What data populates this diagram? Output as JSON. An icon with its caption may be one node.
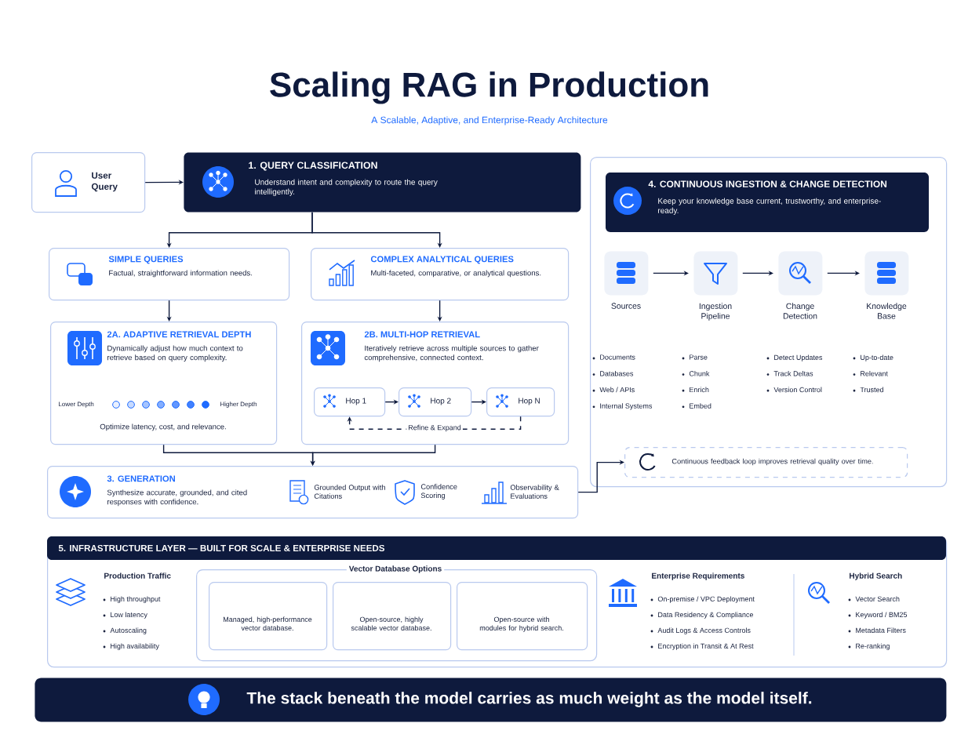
{
  "diagram": {
    "title": "Scaling RAG in Production",
    "nodes": [
      {
        "text": [
          "User Query"
        ]
      },
      {
        "text": [
          "1. QUERY CLASSIFICATION",
          "Understand intent and complexity to route the query intelligently."
        ]
      },
      {
        "text": [
          "SIMPLE QUERIES",
          "Factual, straightforward information needs."
        ]
      },
      {
        "text": [
          "COMPLEX ANALYTICAL QUERIES",
          "Multi-faceted, comparative, or analytical questions."
        ]
      },
      {
        "text": [
          "2A. ADAPTIVE RETRIEVAL DEPTH",
          "Dynamically adjust how much context to retrieve based on query complexity.",
          "Lower Depth",
          "Higher Depth",
          "Optimize latency, cost, and relevance."
        ]
      },
      {
        "text": [
          "2B. MULTI-HOP RETRIEVAL",
          "Iteratively retrieve across multiple sources to gather comprehensive, connected context."
        ]
      },
      {
        "text": [
          "Hop 1"
        ],
        "in": 5
      },
      {
        "text": [
          "Hop 2"
        ],
        "in": 5
      },
      {
        "text": [
          "Hop N"
        ],
        "in": 5
      },
      {
        "text": [
          "3. GENERATION",
          "Synthesize accurate, grounded, and cited responses with confidence.",
          "Grounded Output with Citations",
          "Confidence Scoring",
          "Observability & Evaluations"
        ]
      },
      {
        "text": [
          "4. CONTINUOUS INGESTION & CHANGE DETECTION",
          "Keep your knowledge base current, trustworthy, and enterprise-ready."
        ]
      },
      {
        "text": [
          "Sources"
        ],
        "in": 10,
        "beside": [
          "Documents",
          "Databases",
          "Web / APIs",
          "Internal Systems"
        ]
      },
      {
        "text": [
          "Ingestion Pipeline"
        ],
        "in": 10,
        "beside": [
          "Parse",
          "Chunk",
          "Enrich",
          "Embed"
        ]
      },
      {
        "text": [
          "Change Detection"
        ],
        "in": 10,
        "beside": [
          "Detect Updates",
          "Track Deltas",
          "Version Control"
        ]
      },
      {
        "text": [
          "Knowledge Base"
        ],
        "in": 10,
        "beside": [
          "Up-to-date",
          "Relevant",
          "Trusted"
        ]
      },
      {
        "text": [
          "Continuous feedback loop improves retrieval quality over time."
        ],
        "in": 10
      },
      {
        "text": [
          "5. INFRASTRUCTURE LAYER — BUILT FOR SCALE & ENTERPRISE NEEDS"
        ]
      },
      {
        "text": [
          "Vector Database Options"
        ],
        "in": 16
      },
      {
        "text": [
          "Managed, high-performance vector database."
        ],
        "in": 17
      },
      {
        "text": [
          "Open-source, highly scalable vector database."
        ],
        "in": 17
      },
      {
        "text": [
          "Open-source with modules for hybrid search."
        ],
        "in": 17
      },
      {
        "text": [
          "The stack beneath the model carries as much weight as the model itself."
        ]
      }
    ],
    "edges": [
      {
        "from": 0,
        "to": 1,
        "arrow": "to"
      },
      {
        "from": 1,
        "to": 2,
        "arrow": "to"
      },
      {
        "from": 1,
        "to": 3,
        "arrow": "to"
      },
      {
        "from": 2,
        "to": 4,
        "arrow": "to"
      },
      {
        "from": 3,
        "to": 5,
        "arrow": "to"
      },
      {
        "from": 6,
        "to": 7,
        "arrow": "to"
      },
      {
        "from": 7,
        "to": 8,
        "arrow": "to"
      },
      {
        "from": 8,
        "to": 6,
        "arrow": "to",
        "style": "dashed",
        "label": "Refine & Expand"
      },
      {
        "from": 4,
        "to": 9,
        "arrow": "to"
      },
      {
        "from": 5,
        "to": 9,
        "arrow": "to"
      },
      {
        "from": 11,
        "to": 12,
        "arrow": "to"
      },
      {
        "from": 12,
        "to": 13,
        "arrow": "to"
      },
      {
        "from": 13,
        "to": 14,
        "arrow": "to"
      },
      {
        "from": 9,
        "to": 15,
        "arrow": "to"
      }
    ],
    "labels": [
      "A Scalable, Adaptive, and Enterprise-Ready Architecture",
      "Production Traffic",
      "High throughput",
      "Low latency",
      "Autoscaling",
      "High availability",
      "Enterprise Requirements",
      "On-premise / VPC Deployment",
      "Data Residency & Compliance",
      "Audit Logs & Access Controls",
      "Encryption in Transit & At Rest",
      "Hybrid Search",
      "Vector Search",
      "Keyword / BM25",
      "Metadata Filters",
      "Re-ranking"
    ]
  }
}
